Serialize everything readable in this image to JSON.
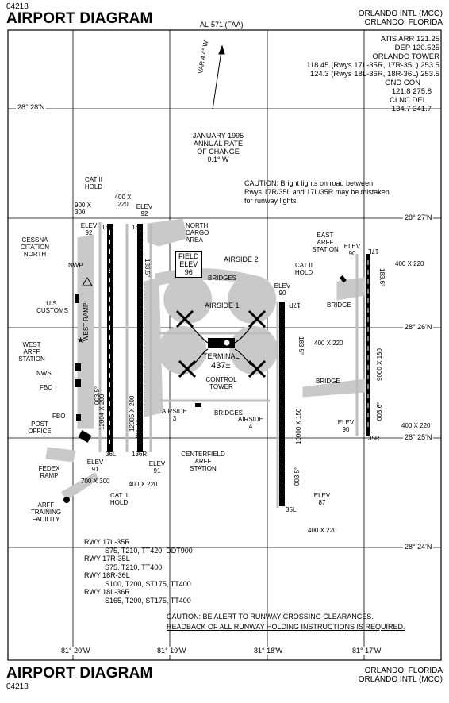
{
  "header": {
    "doc_number_top": "04218",
    "title_top": "AIRPORT DIAGRAM",
    "chart_id": "AL-571 (FAA)",
    "airport_name_top": "ORLANDO INTL (MCO)",
    "city_top": "ORLANDO, FLORIDA"
  },
  "frequencies": {
    "atis": "ATIS ARR 121.25",
    "atis_dep": "DEP 120.525",
    "tower_title": "ORLANDO TOWER",
    "tower_1": "118.45 (Rwys 17L-35R, 17R-35L) 253.5",
    "tower_2": "124.3 (Rwys 18L-36R, 18R-36L) 253.5",
    "gnd_title": "GND CON",
    "gnd": "121.8 275.8",
    "clnc_title": "CLNC DEL",
    "clnc": "134.7 341.7"
  },
  "variation": {
    "label": "VAR 4.4° W",
    "line1": "JANUARY 1995",
    "line2": "ANNUAL RATE",
    "line3": "OF CHANGE",
    "line4": "0.1° W"
  },
  "caution_lights": {
    "line1": "CAUTION:  Bright lights on road between",
    "line2": "Rwys 17R/35L and 17L/35R may be mistaken",
    "line3": "for runway lights."
  },
  "latitudes": {
    "l2828": "28° 28'N",
    "l2827": "28° 27'N",
    "l2826": "28° 26'N",
    "l2825": "28° 25'N",
    "l2824": "28° 24'N"
  },
  "longitudes": {
    "w8120": "81° 20'W",
    "w8119": "81° 19'W",
    "w8118": "81° 18'W",
    "w8117": "81° 17'W"
  },
  "labels": {
    "cat2_top1": "CAT II",
    "cat2_top2": "HOLD",
    "dim_900x300_1": "900 X",
    "dim_900x300_2": "300",
    "dim_400x220_top1": "400 X",
    "dim_400x220_top2": "220",
    "elev_top": "ELEV",
    "elev_92": "92",
    "elev_left": "ELEV",
    "elev_left_92": "92",
    "rwy_18r": "18R",
    "rwy_18l": "18L",
    "north_cargo": "NORTH\nCARGO\nAREA",
    "field_elev_1": "FIELD",
    "field_elev_2": "ELEV",
    "field_elev_3": "96",
    "cessna": "CESSNA\nCITATION\nNORTH",
    "nwp": "NWP",
    "customs": "U.S.\nCUSTOMS",
    "west_arff": "WEST\nARFF\nSTATION",
    "nws": "NWS",
    "fbo1": "FBO",
    "fbo2": "FBO",
    "post_office": "POST\nOFFICE",
    "west_ramp": "WEST RAMP",
    "fedex": "FEDEX\nRAMP",
    "arff_training": "ARFF\nTRAINING\nFACILITY",
    "airside1": "AIRSIDE 1",
    "airside2": "AIRSIDE 2",
    "airside3": "AIRSIDE\n3",
    "airside4": "AIRSIDE\n4",
    "bridges_top": "BRIDGES",
    "bridges_bottom": "BRIDGES",
    "bridge_east": "BRIDGE",
    "bridge_se": "BRIDGE",
    "terminal": "TERMINAL",
    "terminal_elev": "437±",
    "control_tower": "CONTROL\nTOWER",
    "centerfield": "CENTERFIELD\nARFF\nSTATION",
    "rwy_36l": "36L",
    "rwy_36r": "136R",
    "elev_91_a": "ELEV",
    "elev_91_a_v": "91",
    "elev_91_b": "ELEV",
    "elev_91_b_v": "91",
    "dim_700x300": "700 X 300",
    "dim_400x220_b": "400 X 220",
    "cat2_bottom1": "CAT II",
    "cat2_bottom2": "HOLD",
    "rwy_len_18r": "12004 X 200",
    "rwy_len_18l": "12005 X 200",
    "rwy_len_17r": "10000 X 150",
    "rwy_len_17l": "9000 X 150",
    "hdg_183_a": "183.5°",
    "hdg_183_b": "183.5°",
    "hdg_183_c": "183.5°",
    "hdg_183_d": "183.6°",
    "hdg_003_a": "003.5°",
    "hdg_003_b": "003.5°",
    "hdg_003_c": "003.5°",
    "hdg_003_d": "003.6°",
    "east_arff": "EAST\nARFF\nSTATION",
    "cat2_east1": "CAT II",
    "cat2_east2": "HOLD",
    "elev_90_a": "ELEV",
    "elev_90_a_v": "90",
    "elev_90_b": "ELEV",
    "elev_90_b_v": "90",
    "elev_90_c": "ELEV",
    "elev_90_c_v": "90",
    "rwy_17r": "17R",
    "rwy_17l": "17L",
    "rwy_35l": "35L",
    "rwy_35r": "35R",
    "dim_400x220_e1": "400 X 220",
    "dim_400x220_e2": "400 X 220",
    "dim_400x220_e3": "400 X 220",
    "dim_400x220_e4": "400 X 220",
    "elev_87": "ELEV",
    "elev_87_v": "87"
  },
  "runway_strengths": [
    {
      "rwy": "RWY 17L-35R",
      "values": "S75, T210, TT420, DDT900"
    },
    {
      "rwy": "RWY 17R-35L",
      "values": "S75, T210, TT400"
    },
    {
      "rwy": "RWY 18R-36L",
      "values": "S100, T200, ST175, TT400"
    },
    {
      "rwy": "RWY 18L-36R",
      "values": "S165, T200, ST175, TT400"
    }
  ],
  "caution_crossing": {
    "line1": "CAUTION: BE ALERT TO RUNWAY CROSSING CLEARANCES.",
    "line2": "READBACK OF ALL RUNWAY HOLDING INSTRUCTIONS IS REQUIRED."
  },
  "footer": {
    "title_bottom": "AIRPORT DIAGRAM",
    "doc_number_bottom": "04218",
    "city_bottom": "ORLANDO, FLORIDA",
    "airport_name_bottom": "ORLANDO INTL (MCO)"
  },
  "colors": {
    "ink": "#000000",
    "pavement": "#c9c9c9",
    "grid": "#000000",
    "paper": "#ffffff"
  }
}
